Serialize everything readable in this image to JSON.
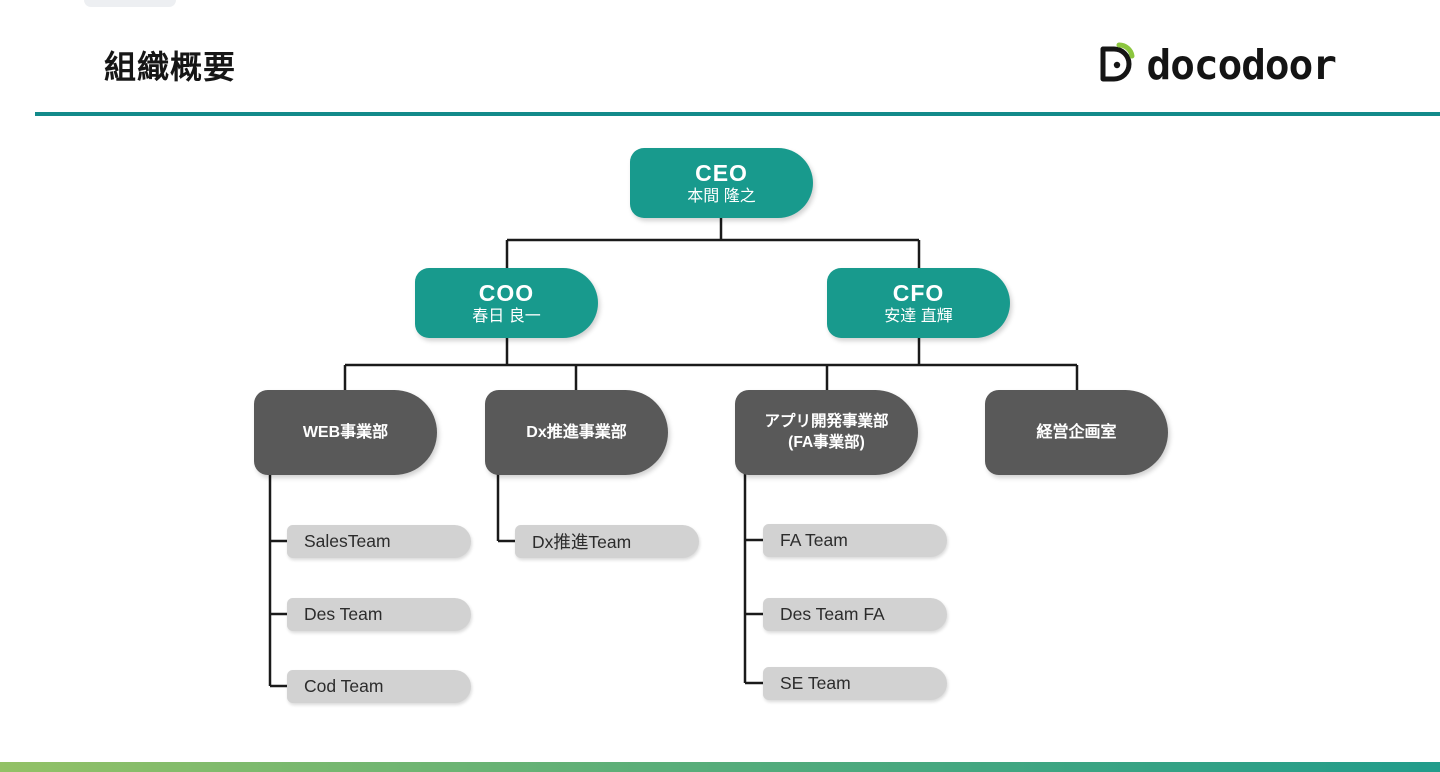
{
  "header": {
    "title": "組織概要",
    "logo_text": "docodoor"
  },
  "org_chart": {
    "executives": [
      {
        "role": "CEO",
        "name": "本間 隆之"
      },
      {
        "role": "COO",
        "name": "春日 良一"
      },
      {
        "role": "CFO",
        "name": "安達 直輝"
      }
    ],
    "departments": [
      {
        "line1": "WEB事業部"
      },
      {
        "line1": "Dx推進事業部"
      },
      {
        "line1": "アプリ開発事業部",
        "line2": "(FA事業部)"
      },
      {
        "line1": "経営企画室"
      }
    ],
    "teams": {
      "web": [
        "SalesTeam",
        "Des Team",
        "Cod Team"
      ],
      "dx": [
        "Dx推進Team"
      ],
      "app": [
        "FA Team",
        "Des Team FA",
        "SE Team"
      ]
    }
  },
  "colors": {
    "executive_box": "#189A8D",
    "department_box": "#595959",
    "team_box": "#D2D2D2",
    "connector_line": "#1A1A1A",
    "header_rule": "#128A8A",
    "logo_accent": "#8CC63F",
    "footer_gradient_left": "#93C166",
    "footer_gradient_right": "#219C8B"
  }
}
